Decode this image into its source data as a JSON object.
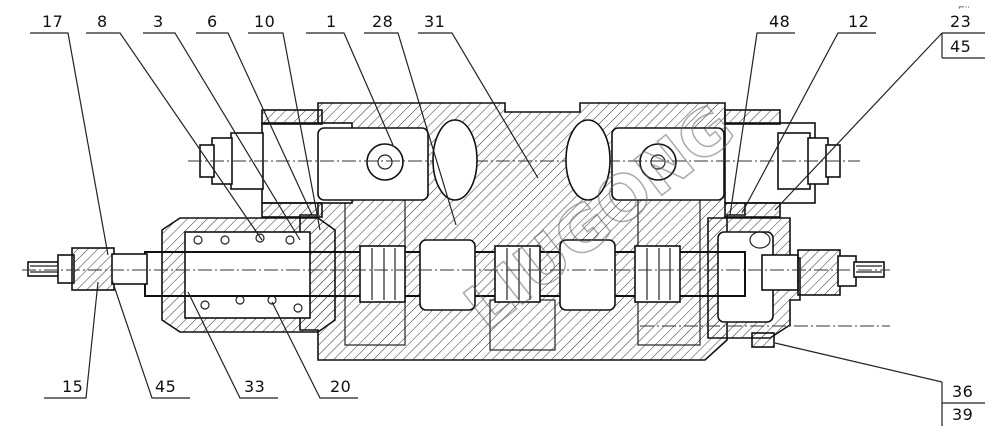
{
  "title": "Multi-way directional control valve — sectional assembly drawing",
  "top_labels": [
    "17",
    "8",
    "3",
    "6",
    "10",
    "1",
    "28",
    "31",
    "48",
    "12"
  ],
  "bottom_labels": [
    "15",
    "45",
    "33",
    "20"
  ],
  "box_top": {
    "upper": "23",
    "lower": "45"
  },
  "box_bottom": {
    "upper": "36",
    "lower": "39"
  },
  "corner_mark": "⌐··",
  "watermark": "LIUGONG"
}
